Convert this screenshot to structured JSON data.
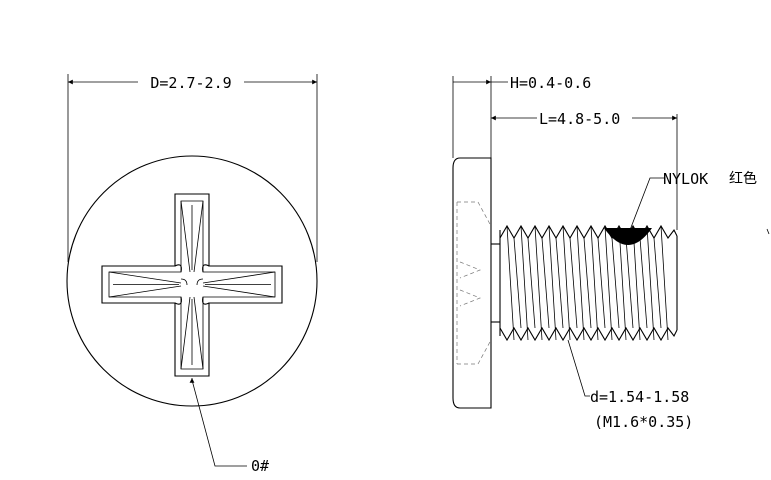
{
  "dimensions": {
    "diameter": "D=2.7-2.9",
    "head_height": "H=0.4-0.6",
    "length": "L=4.8-5.0",
    "thread_diameter": "d=1.54-1.58",
    "thread_spec": "(M1.6*0.35)"
  },
  "callouts": {
    "patch": "NYLOK",
    "patch_color": "红色",
    "drive_size": "0#"
  },
  "colors": {
    "line": "#000000",
    "background": "#ffffff",
    "nylok_patch": "#000000"
  },
  "icons": {
    "head_view": "phillips-cross-recess",
    "side_view": "threaded-screw-profile"
  }
}
